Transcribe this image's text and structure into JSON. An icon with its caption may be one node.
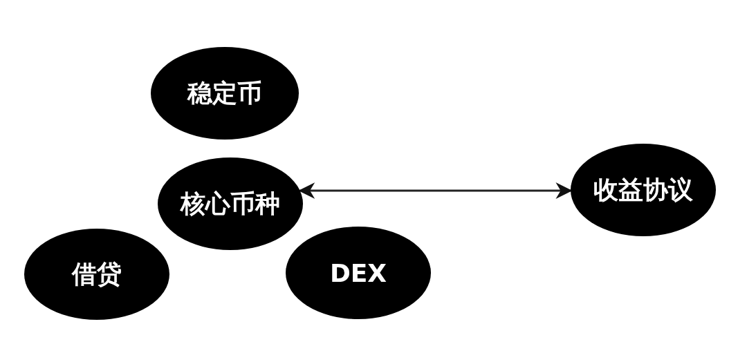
{
  "diagram": {
    "nodes": [
      {
        "text": [
          "稳定币"
        ]
      },
      {
        "text": [
          "核心币种"
        ]
      },
      {
        "text": [
          "借贷"
        ]
      },
      {
        "text": [
          "DEX"
        ]
      },
      {
        "text": [
          "收益协议"
        ]
      }
    ],
    "edges": [
      {
        "from": 1,
        "to": 4,
        "arrow": "both"
      }
    ]
  }
}
